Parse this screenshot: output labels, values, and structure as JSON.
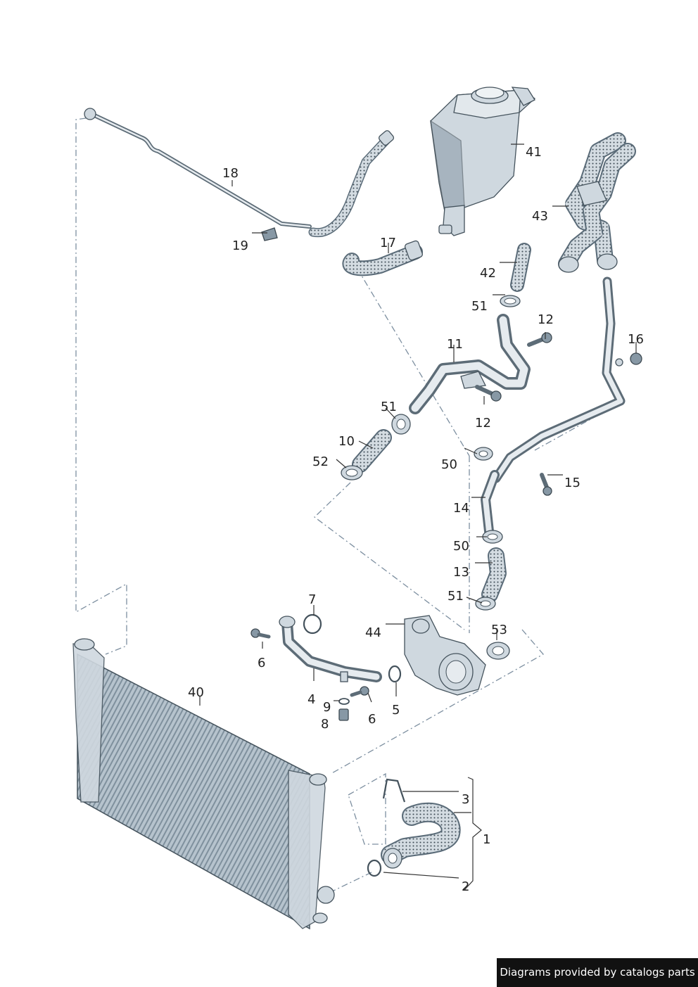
{
  "labels": {
    "l1": "1",
    "l2": "2",
    "l3": "3",
    "l4": "4",
    "l5": "5",
    "l6a": "6",
    "l6b": "6",
    "l7": "7",
    "l8": "8",
    "l9": "9",
    "l10": "10",
    "l11": "11",
    "l12a": "12",
    "l12b": "12",
    "l13": "13",
    "l14": "14",
    "l15": "15",
    "l16": "16",
    "l17": "17",
    "l18": "18",
    "l19": "19",
    "l40": "40",
    "l41": "41",
    "l42": "42",
    "l43": "43",
    "l44": "44",
    "l50a": "50",
    "l50b": "50",
    "l51a": "51",
    "l51b": "51",
    "l51c": "51",
    "l52": "52",
    "l53": "53"
  },
  "footer": {
    "credit": "Diagrams provided by catalogs parts"
  },
  "colors": {
    "part_fill": "#cfd8df",
    "outline": "#44525c",
    "dash_line": "#7d8fa0",
    "credit_bg": "#111111"
  }
}
